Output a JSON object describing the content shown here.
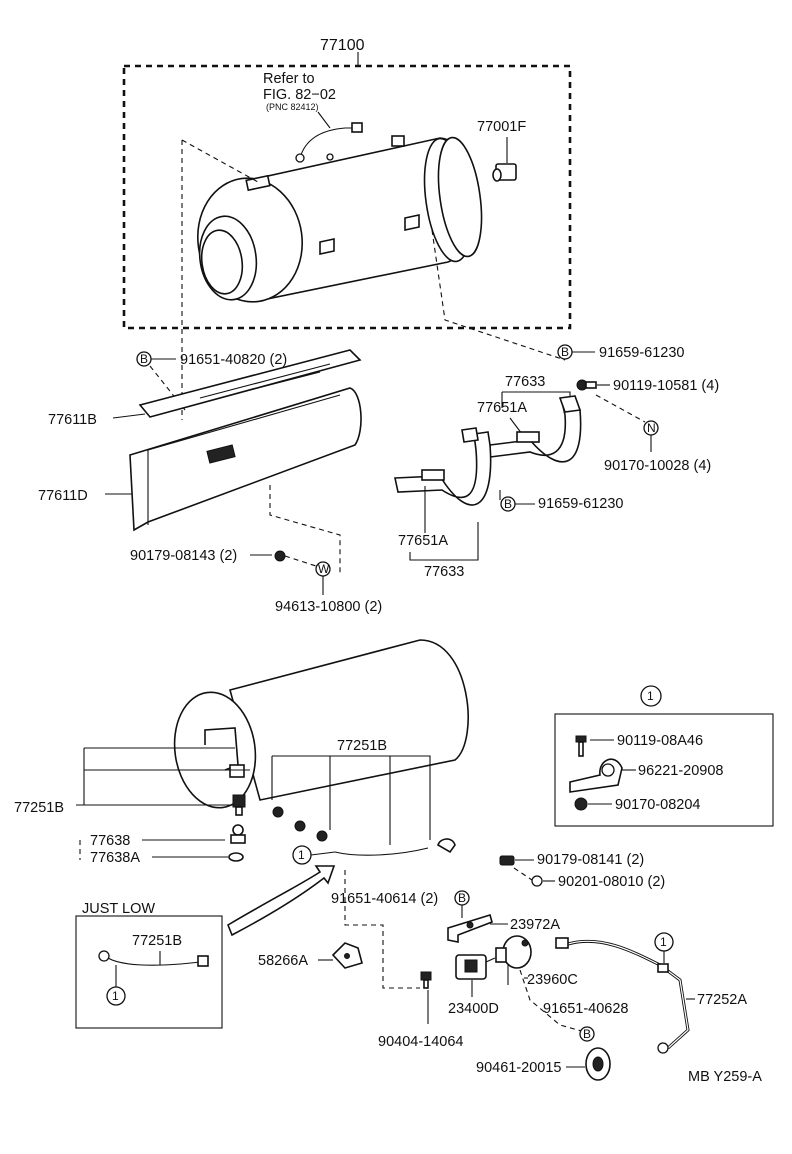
{
  "labels": {
    "assy_77100": "77100",
    "refer_to": "Refer to",
    "fig_ref": "FIG. 82−02",
    "pnc_ref": "(PNC 82412)",
    "p77001F": "77001F",
    "p91651_40820": "91651-40820 (2)",
    "p77611B": "77611B",
    "p77611D": "77611D",
    "p90179_08143": "90179-08143 (2)",
    "p94613_10800": "94613-10800 (2)",
    "p91659_61230_top": "91659-61230",
    "p77633_top": "77633",
    "p77651A_top": "77651A",
    "p90119_10581": "90119-10581 (4)",
    "p90170_10028": "90170-10028 (4)",
    "p91659_61230_bot": "91659-61230",
    "p77651A_bot": "77651A",
    "p77633_bot": "77633",
    "p77251B_top": "77251B",
    "p77251B_left": "77251B",
    "p77638": "77638",
    "p77638A": "77638A",
    "p91651_40614": "91651-40614 (2)",
    "p23972A": "23972A",
    "p90179_08141": "90179-08141 (2)",
    "p90201_08010": "90201-08010 (2)",
    "p23960C": "23960C",
    "p58266A": "58266A",
    "p23400D": "23400D",
    "p91651_40628": "91651-40628",
    "p77252A": "77252A",
    "p90404_14064": "90404-14064",
    "p90461_20015": "90461-20015",
    "just_low": "JUST LOW",
    "p77251B_inset": "77251B",
    "inset_p90119_08A46": "90119-08A46",
    "inset_p96221_20908": "96221-20908",
    "inset_p90170_08204": "90170-08204",
    "footer_code": "MB Y259-A"
  },
  "markers": {
    "B": "B",
    "N": "N",
    "W": "W",
    "one": "1"
  }
}
